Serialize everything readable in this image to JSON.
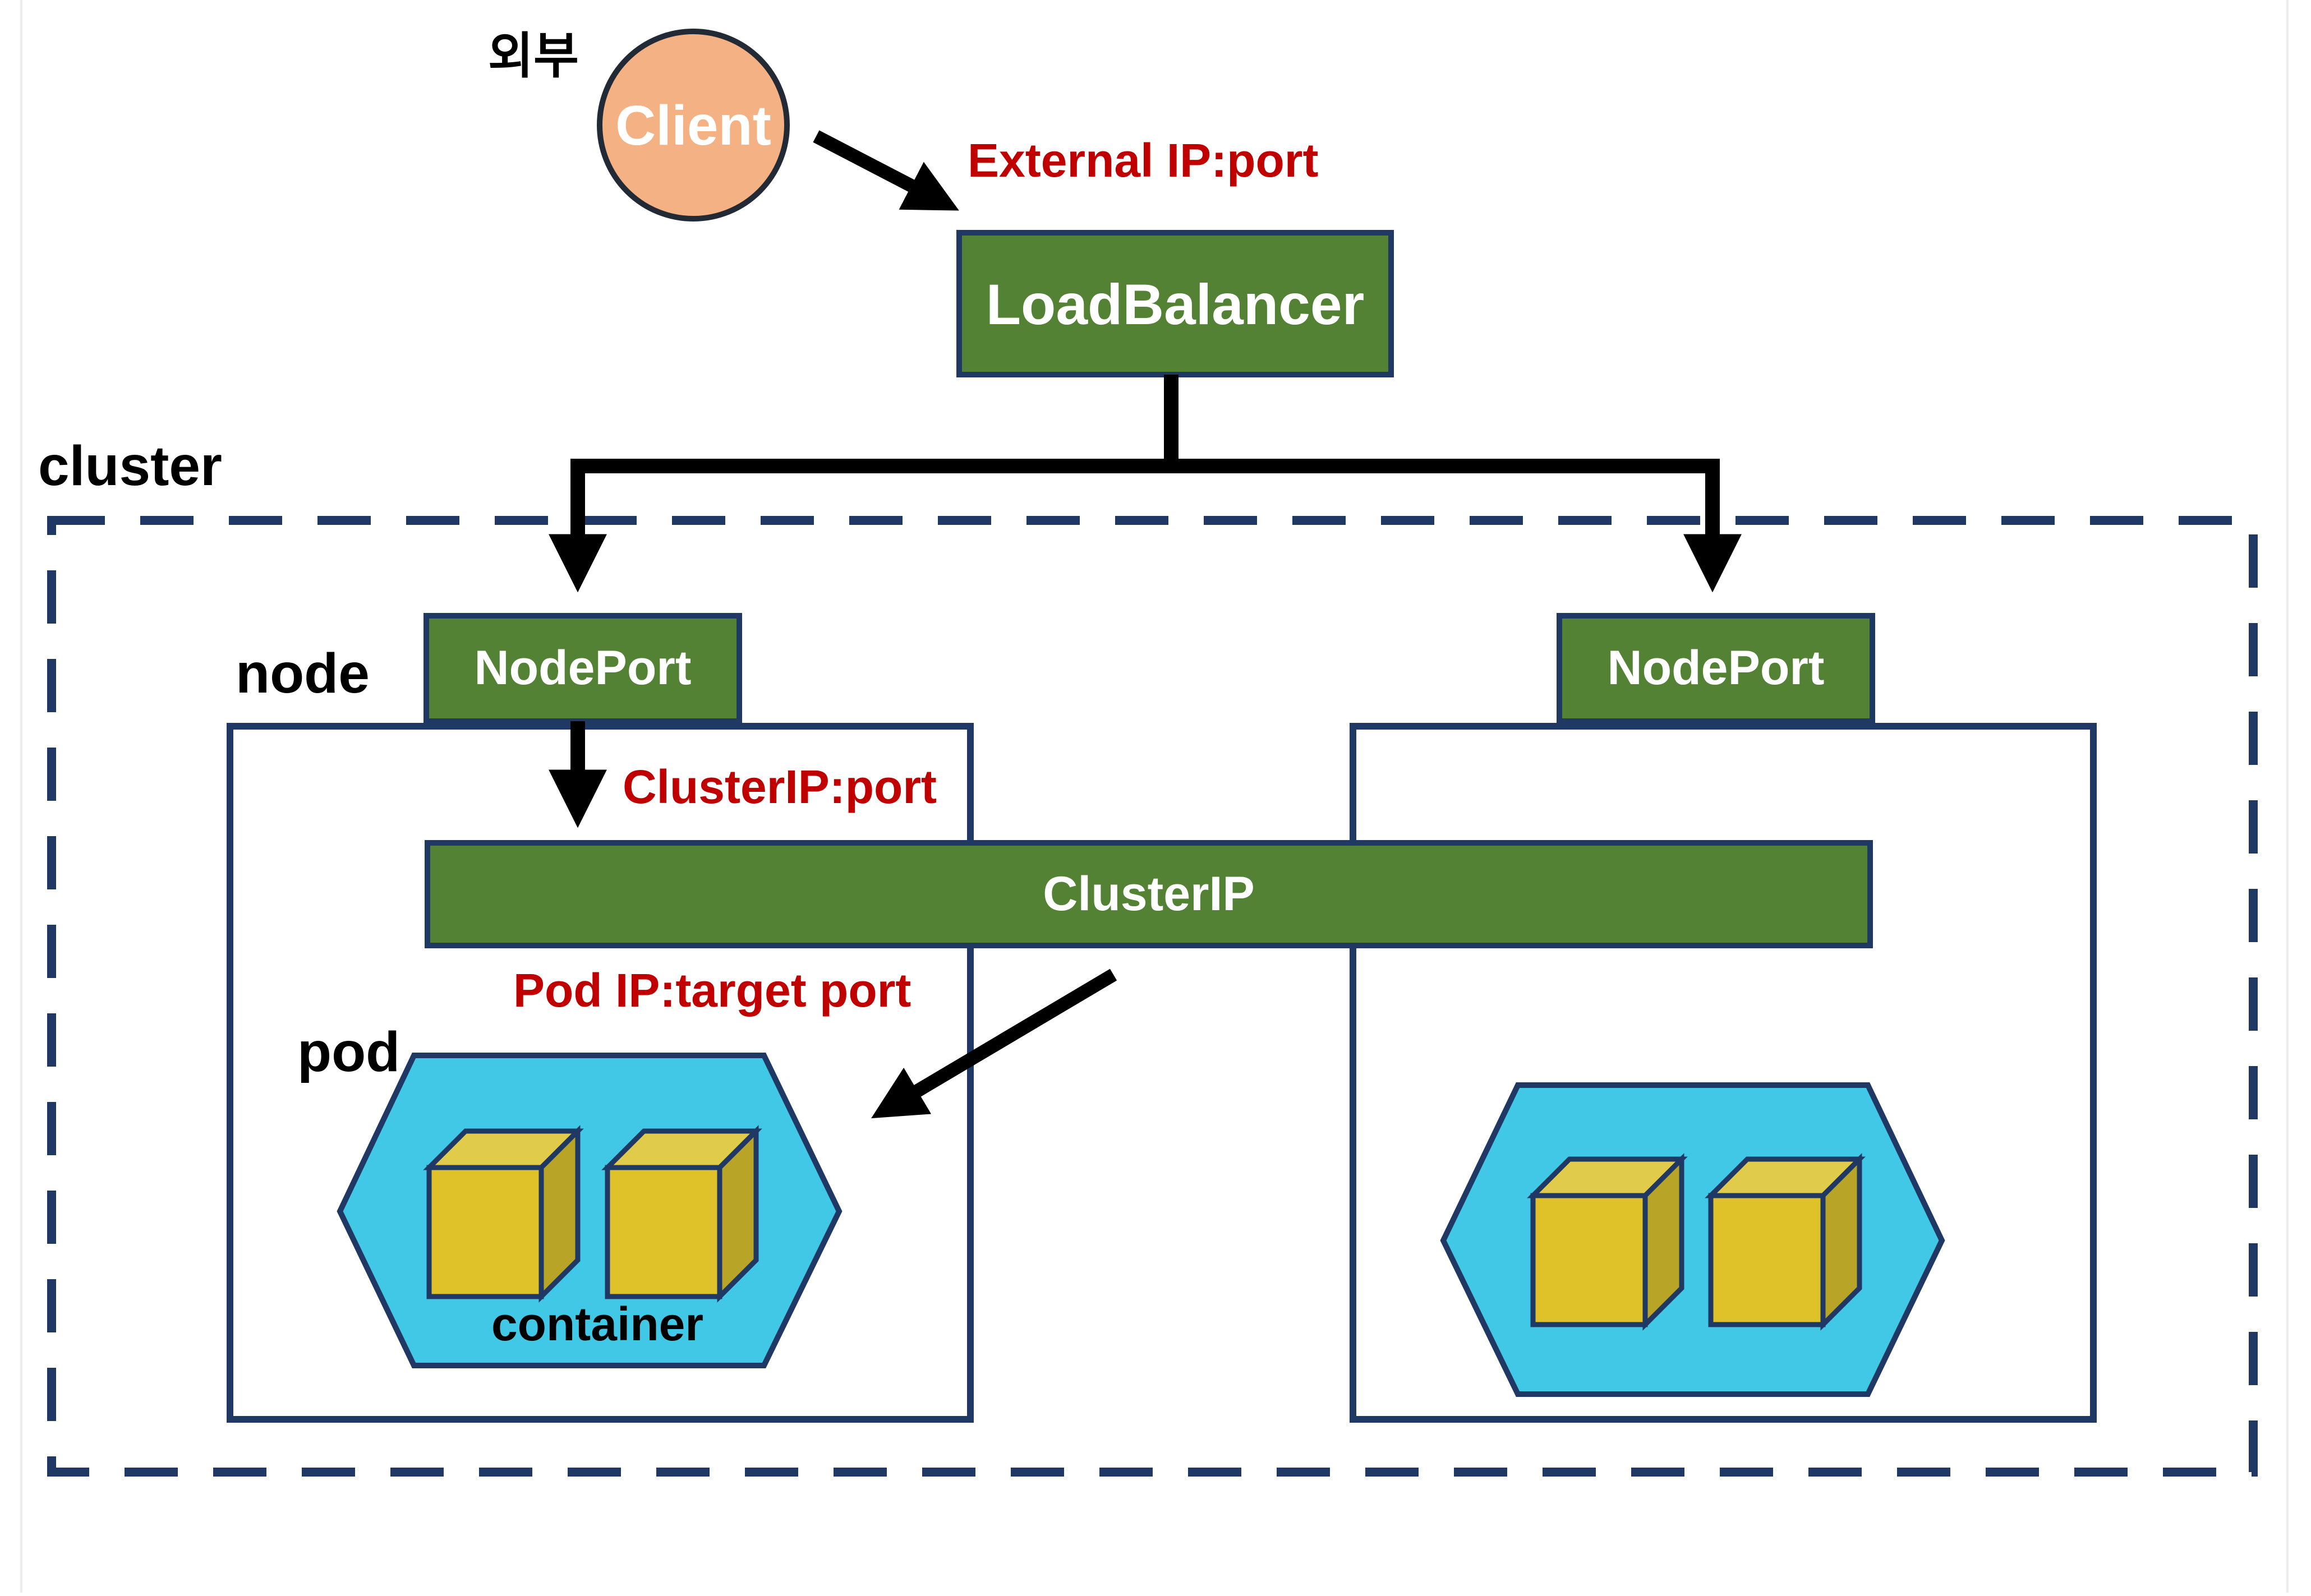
{
  "labels": {
    "outside": "외부",
    "cluster": "cluster",
    "node": "node",
    "pod": "pod",
    "container": "container"
  },
  "components": {
    "client": "Client",
    "load_balancer": "LoadBalancer",
    "node_port_left": "NodePort",
    "node_port_right": "NodePort",
    "cluster_ip": "ClusterIP"
  },
  "edge_labels": {
    "external": "External IP:port",
    "cluster_ip_port": "ClusterIP:port",
    "pod_target": "Pod IP:target port"
  },
  "colors": {
    "green_box": "#548235",
    "navy_border": "#1f3864",
    "pod_fill": "#41c8e6",
    "container_face": "#dfc12a",
    "container_top": "#e0cb4a",
    "container_side": "#b8a427",
    "client_fill": "#f4b183",
    "red_text": "#c00000"
  }
}
